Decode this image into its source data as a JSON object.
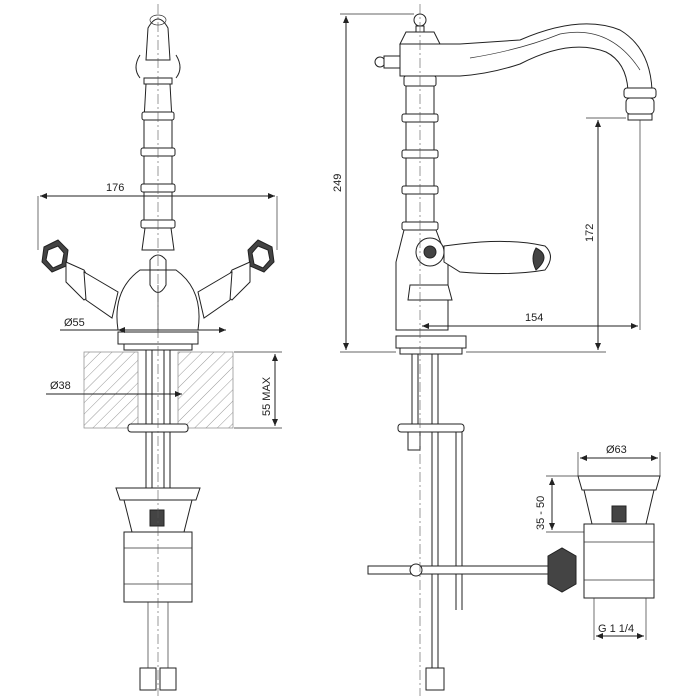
{
  "dimensions": {
    "width_176": "176",
    "dia_55": "Ø55",
    "dia_38": "Ø38",
    "max_55": "55 MAX",
    "height_249": "249",
    "height_172": "172",
    "reach_154": "154",
    "dia_63": "Ø63",
    "range_35_50": "35 - 50",
    "thread": "G 1 1/4"
  }
}
